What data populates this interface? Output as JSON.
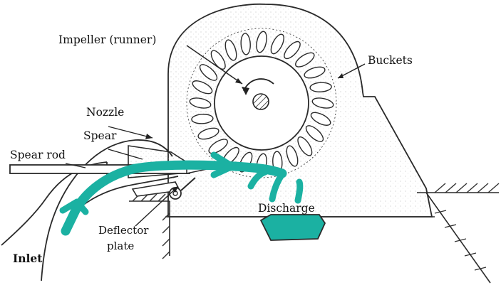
{
  "labels": {
    "impeller": "Impeller (runner)",
    "buckets": "Buckets",
    "nozzle": "Nozzle",
    "spear": "Spear",
    "spear_rod": "Spear rod",
    "deflector_line1": "Deflector",
    "deflector_line2": "plate",
    "discharge": "Discharge",
    "inlet": "Inlet"
  },
  "colors": {
    "water_jet": "#1bb1a2",
    "line": "#2a2a2a"
  },
  "bucket_count": 24
}
